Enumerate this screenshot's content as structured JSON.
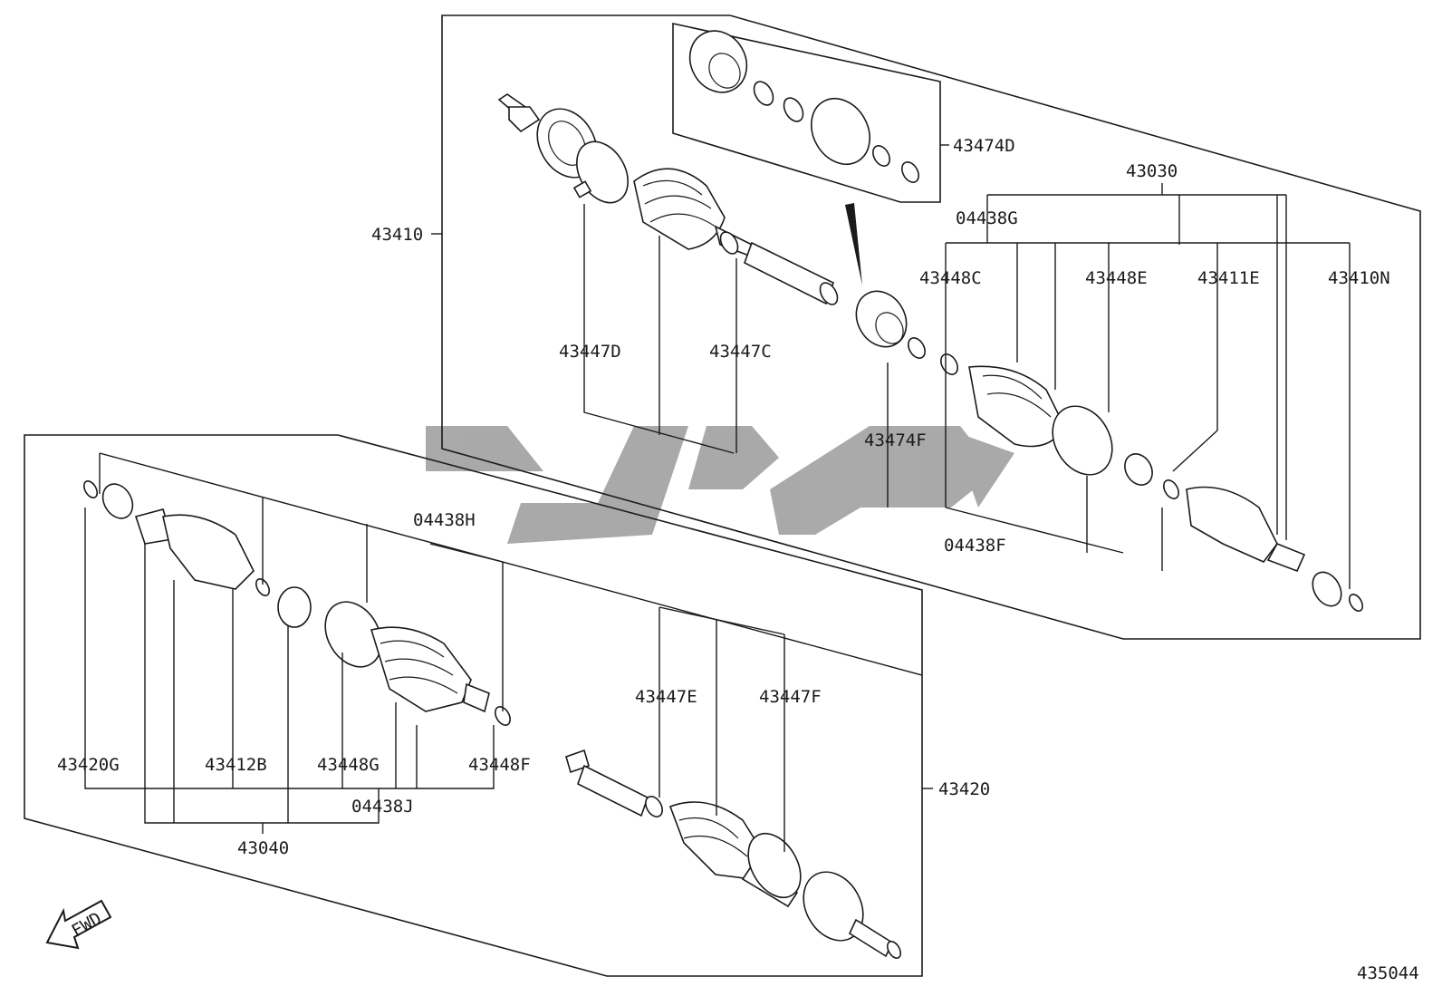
{
  "labels": {
    "l43474D": "43474D",
    "l43030": "43030",
    "l04438G": "04438G",
    "l43410": "43410",
    "l43448C": "43448C",
    "l43448E": "43448E",
    "l43411E": "43411E",
    "l43410N": "43410N",
    "l43447D": "43447D",
    "l43447C": "43447C",
    "l43474F": "43474F",
    "l04438F": "04438F",
    "l04438H": "04438H",
    "l43447E": "43447E",
    "l43447F": "43447F",
    "l43420G": "43420G",
    "l43412B": "43412B",
    "l43448G": "43448G",
    "l43448F": "43448F",
    "l04438J": "04438J",
    "l43420": "43420",
    "l43040": "43040"
  },
  "fwd_label": "FWD",
  "diagram_number": "435044",
  "watermark_icon": "logo-watermark"
}
